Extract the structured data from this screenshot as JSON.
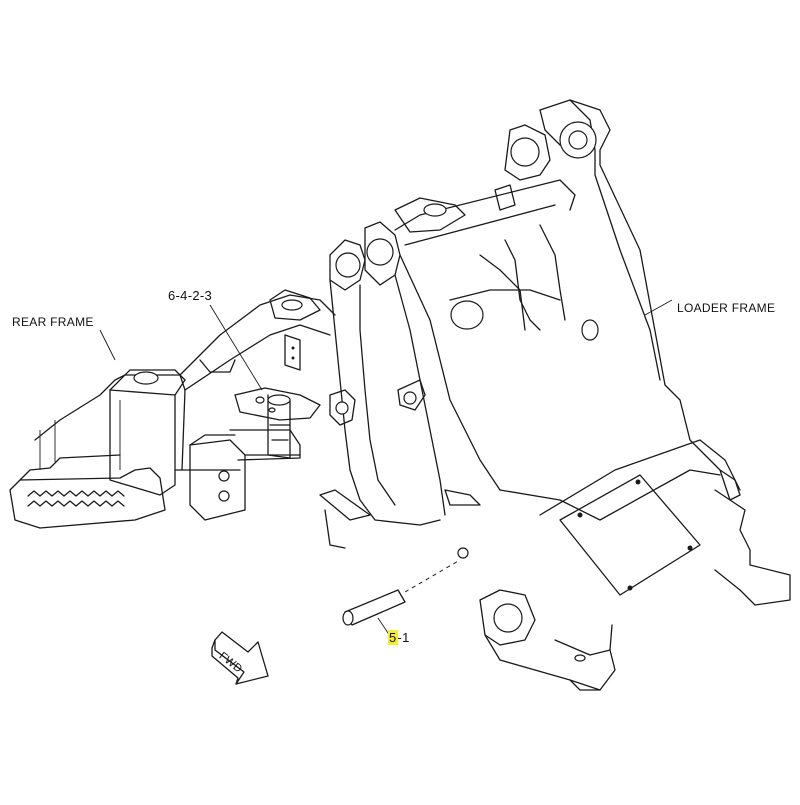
{
  "labels": {
    "rear_frame": "REAR FRAME",
    "loader_frame": "LOADER FRAME",
    "callout_top": "6-4-2-3",
    "callout_part_prefix": "5",
    "callout_part_suffix": "-1",
    "fwd": "FWD"
  },
  "colors": {
    "line": "#1a1a1a",
    "highlight": "#f5ee2a",
    "background": "#ffffff"
  }
}
